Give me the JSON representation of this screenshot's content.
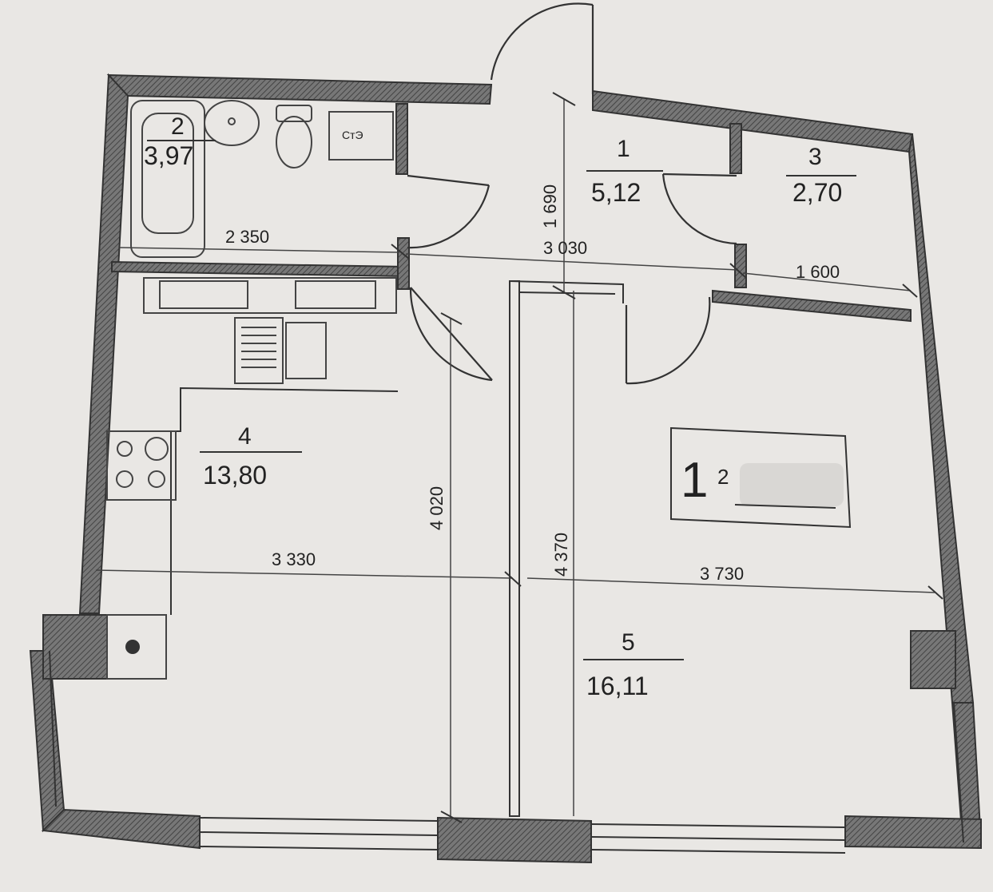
{
  "rooms": [
    {
      "num": "1",
      "area": "5,12"
    },
    {
      "num": "2",
      "area": "3,97"
    },
    {
      "num": "3",
      "area": "2,70"
    },
    {
      "num": "4",
      "area": "13,80"
    },
    {
      "num": "5",
      "area": "16,11"
    }
  ],
  "dims": {
    "d2350": "2 350",
    "d3030": "3 030",
    "d1600": "1 600",
    "d1690": "1 690",
    "d3330": "3 330",
    "d3730": "3 730",
    "d4020": "4 020",
    "d4370": "4 370"
  },
  "stamp": {
    "big": "1",
    "small": "2"
  },
  "wm_label": "СтЭ"
}
